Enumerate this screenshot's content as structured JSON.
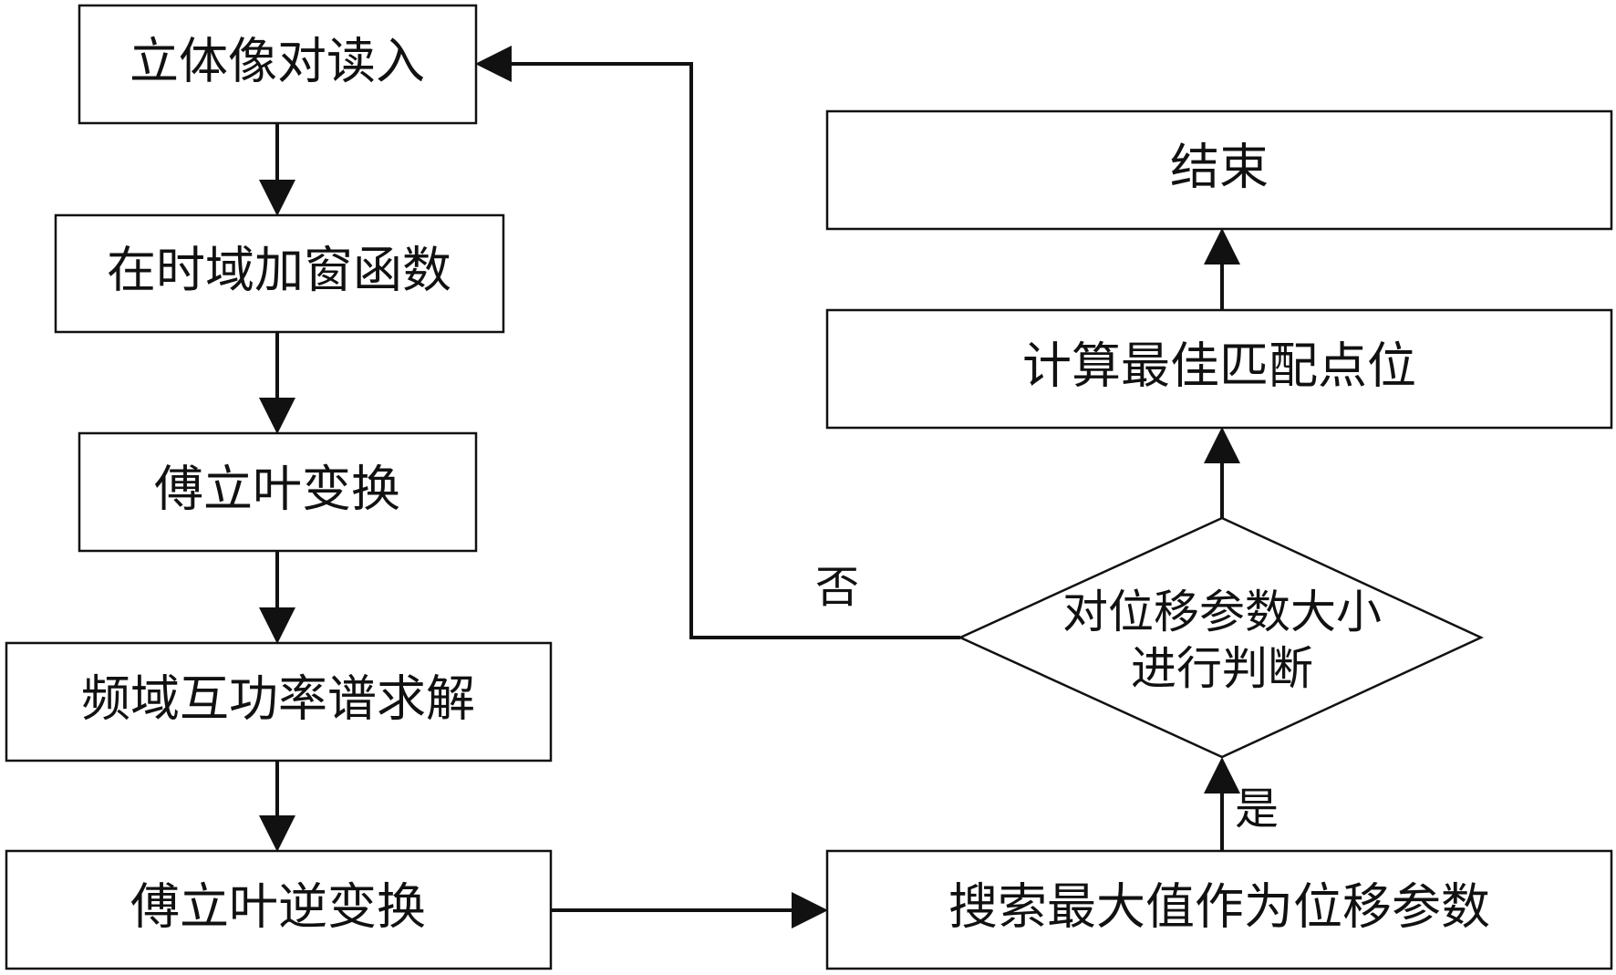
{
  "diagram": {
    "nodes": {
      "read_pair": "立体像对读入",
      "window": "在时域加窗函数",
      "fft": "傅立叶变换",
      "cross_power": "频域互功率谱求解",
      "ifft": "傅立叶逆变换",
      "search_max": "搜索最大值作为位移参数",
      "decision_line1": "对位移参数大小",
      "decision_line2": "进行判断",
      "compute_match": "计算最佳匹配点位",
      "end": "结束"
    },
    "edge_labels": {
      "yes": "是",
      "no": "否"
    },
    "colors": {
      "stroke": "#111111",
      "fill": "#ffffff"
    }
  }
}
